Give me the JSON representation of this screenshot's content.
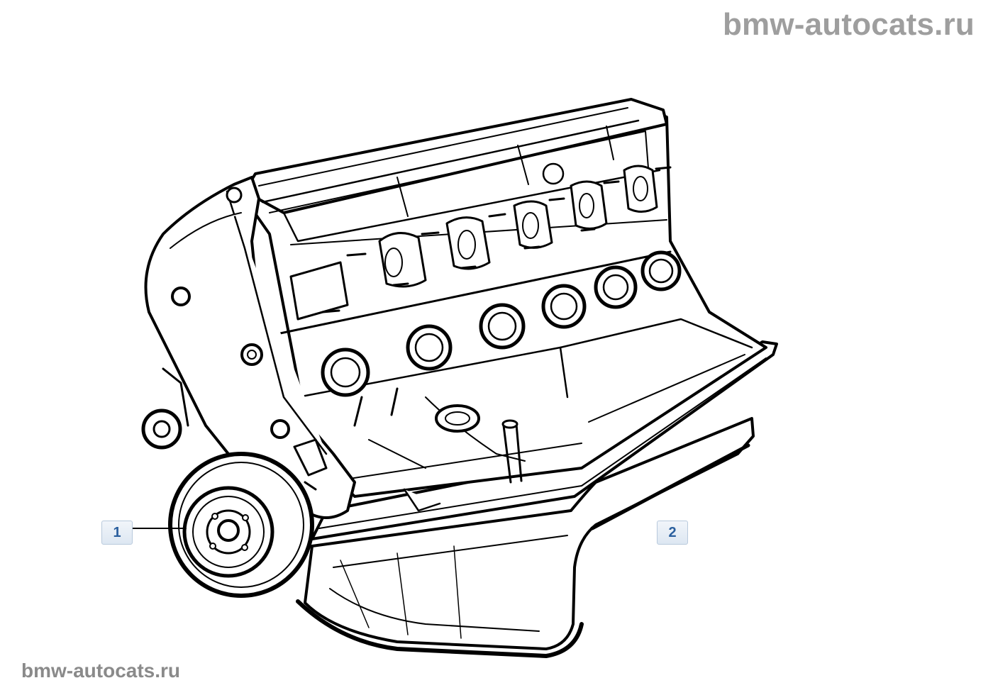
{
  "watermark": {
    "top_text": "bmw-autocats.ru",
    "bottom_text": "bmw-autocats.ru",
    "color": "#9e9e9e"
  },
  "callouts": [
    {
      "label": "1"
    },
    {
      "label": "2"
    }
  ],
  "colors": {
    "line": "#000000",
    "background": "#ffffff",
    "callout_text": "#2a5f9e",
    "callout_border": "#b8c9dc"
  }
}
